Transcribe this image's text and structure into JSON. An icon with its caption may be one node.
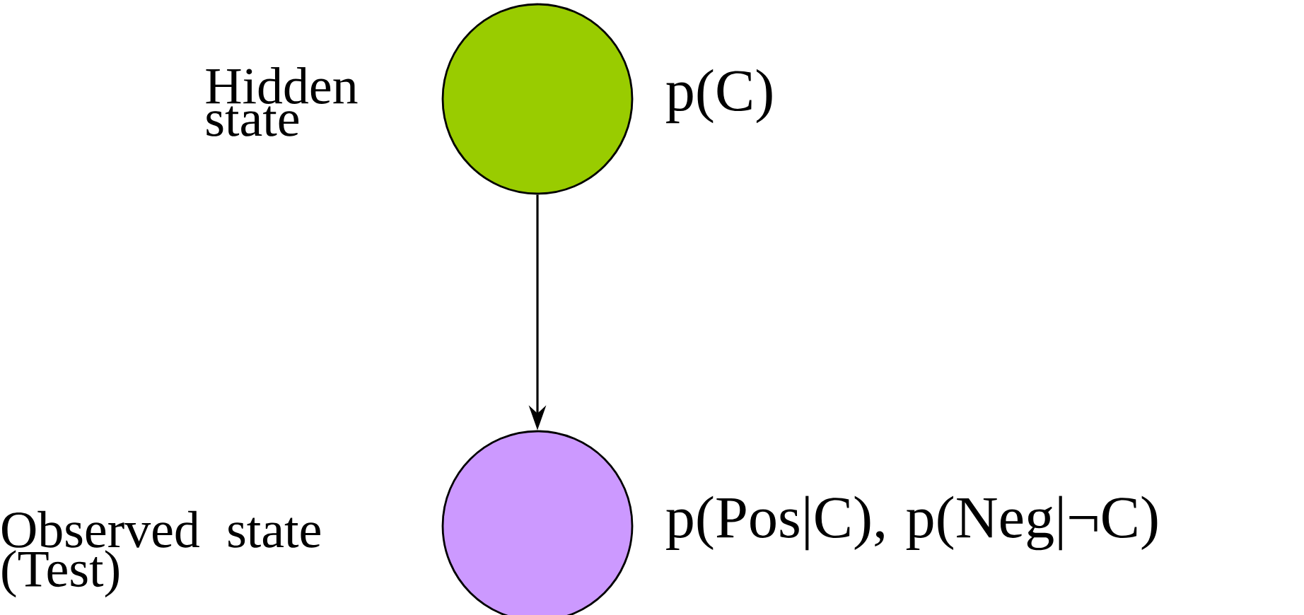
{
  "diagram": {
    "nodes": [
      {
        "text": [],
        "shape": "circle",
        "beside": [
          "Hidden state",
          "p(C)"
        ]
      },
      {
        "text": [],
        "shape": "circle",
        "beside": [
          "Observed state (Test)",
          "p(Pos|C), p(Neg|¬C)"
        ]
      }
    ],
    "edges": [
      {
        "from": 0,
        "to": 1,
        "arrow": "to"
      }
    ]
  }
}
